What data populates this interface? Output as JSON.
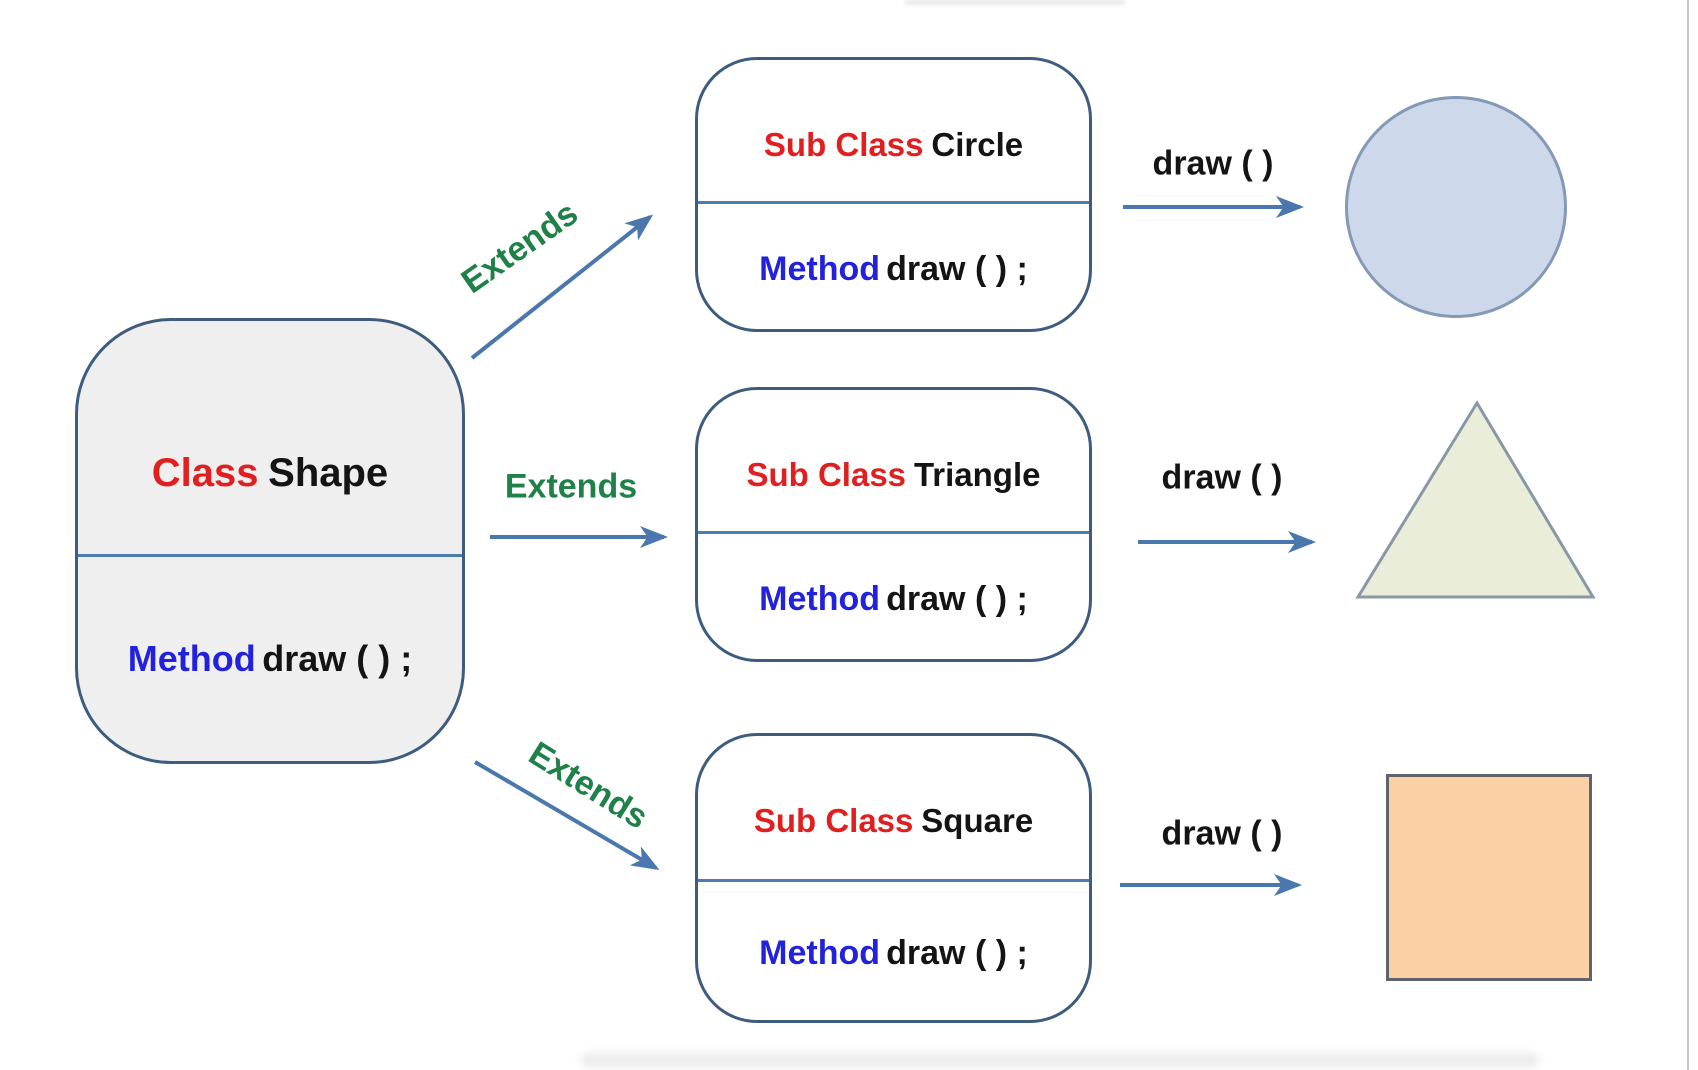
{
  "diagram": {
    "title_semantic": "Class inheritance diagram: Shape base class extended by Circle, Triangle and Square subclasses",
    "base_class": {
      "keyword": "Class",
      "name": "Shape",
      "method_keyword": "Method",
      "method_signature": "draw ( ) ;"
    },
    "subclasses": [
      {
        "keyword": "Sub Class",
        "name": "Circle",
        "method_keyword": "Method",
        "method_signature": "draw ( ) ;",
        "relation_label": "Extends",
        "call_label": "draw ( )",
        "result_shape": "circle"
      },
      {
        "keyword": "Sub Class",
        "name": "Triangle",
        "method_keyword": "Method",
        "method_signature": "draw ( ) ;",
        "relation_label": "Extends",
        "call_label": "draw ( )",
        "result_shape": "triangle"
      },
      {
        "keyword": "Sub Class",
        "name": "Square",
        "method_keyword": "Method",
        "method_signature": "draw ( ) ;",
        "relation_label": "Extends",
        "call_label": "draw ( )",
        "result_shape": "square"
      }
    ],
    "colors": {
      "box_border": "#3e5c7e",
      "base_box_fill": "#efeff0",
      "sub_box_fill": "#ffffff",
      "divider_blue": "#4f7cb0",
      "arrow_blue": "#4a77ad",
      "keyword_red": "#e02020",
      "keyword_blue": "#2222dd",
      "text_black": "#141414",
      "extends_green": "#1f8148",
      "circle_fill": "#cdd9ea",
      "circle_border": "#8399b5",
      "triangle_fill": "#e9edd9",
      "triangle_border": "#8a97a5",
      "square_fill": "#fcd0a5",
      "square_border": "#60646a"
    }
  }
}
